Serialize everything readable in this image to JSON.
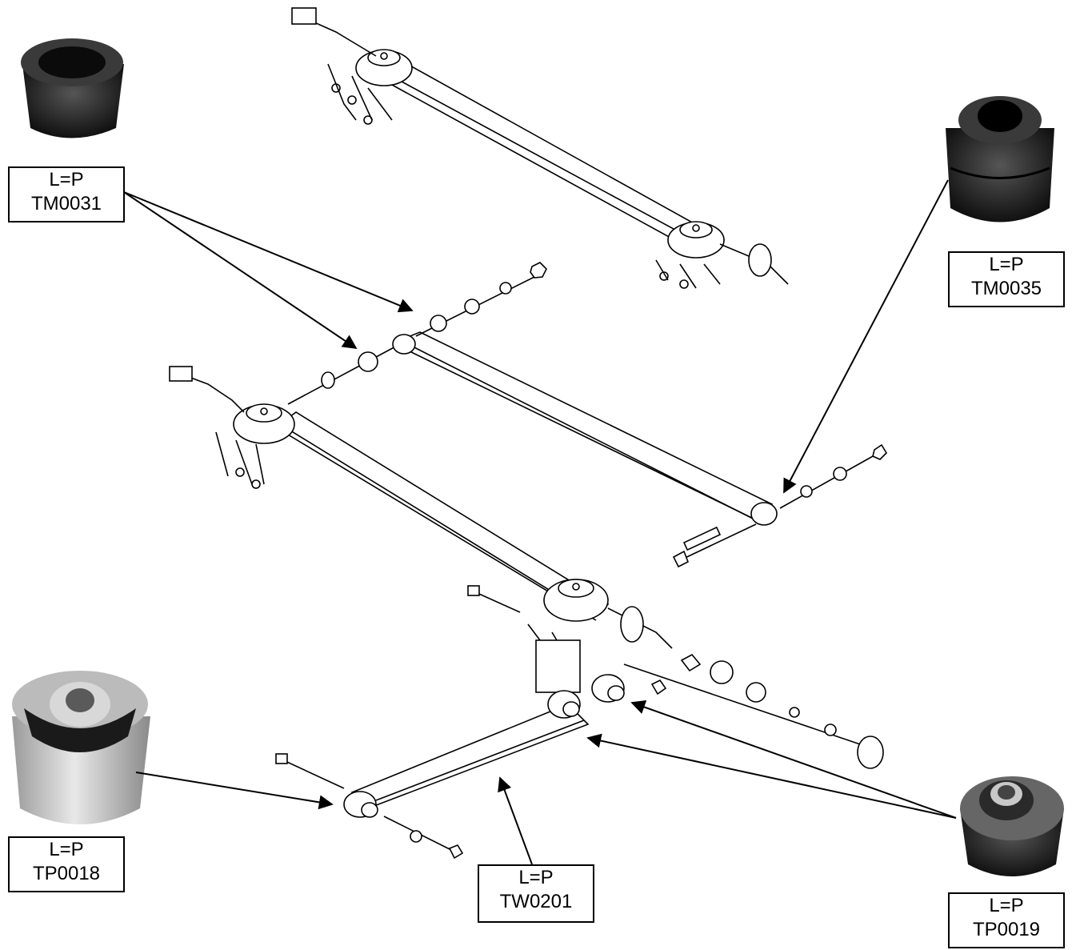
{
  "parts": [
    {
      "id": "tm0031",
      "line1": "L=P",
      "line2": "TM0031",
      "kind": "rubber-bushing-cone"
    },
    {
      "id": "tm0035",
      "line1": "L=P",
      "line2": "TM0035",
      "kind": "rubber-bushing-cylinder"
    },
    {
      "id": "tp0018",
      "line1": "L=P",
      "line2": "TP0018",
      "kind": "metal-rubber-bushing"
    },
    {
      "id": "tw0201",
      "line1": "L=P",
      "line2": "TW0201",
      "kind": "trailing-arm"
    },
    {
      "id": "tp0019",
      "line1": "L=P",
      "line2": "TP0019",
      "kind": "metal-rubber-bushing"
    }
  ],
  "colors": {
    "line": "#000000",
    "rubber": "#2a2a2a",
    "metal": "#cfcfcf",
    "background": "#ffffff"
  }
}
